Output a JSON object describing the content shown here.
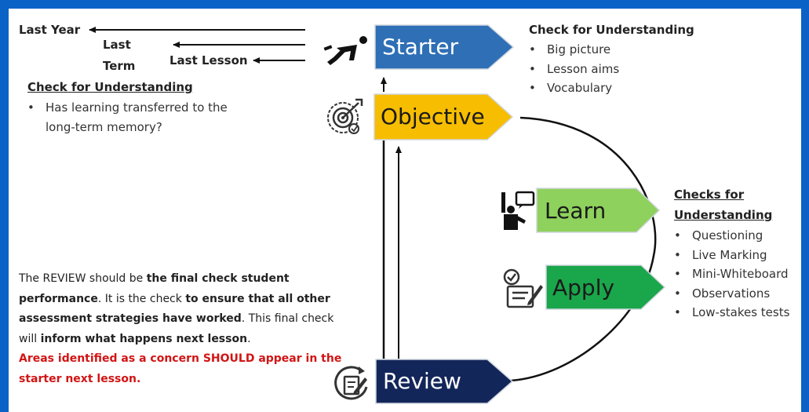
{
  "timeline": {
    "last_year": "Last Year",
    "last_term_1": "Last",
    "last_term_2": "Term",
    "last_lesson": "Last Lesson"
  },
  "left_check": {
    "heading": "Check for Understanding",
    "items": [
      "Has learning transferred to the long-term memory?"
    ]
  },
  "starter_check": {
    "heading": "Check for Understanding",
    "items": [
      "Big picture",
      "Lesson aims",
      "Vocabulary"
    ]
  },
  "learn_checks": {
    "heading_1": "Checks for",
    "heading_2": "Understanding",
    "items": [
      "Questioning",
      "Live Marking",
      "Mini-Whiteboard",
      "Observations",
      "Low-stakes tests"
    ]
  },
  "stages": {
    "starter": "Starter",
    "objective": "Objective",
    "learn": "Learn",
    "apply": "Apply",
    "review": "Review"
  },
  "review_text": {
    "p1": "The REVIEW should be ",
    "b1": "the final check student performance",
    "p2": ". It is the check ",
    "b2": "to ensure that all other assessment strategies have worked",
    "p3": ". This final check will ",
    "b3": "inform what happens next lesson",
    "p4": ".",
    "b4": "",
    "red": "Areas identified as a concern SHOULD appear in the starter next lesson."
  },
  "colors": {
    "frame": "#0a62c7",
    "starter": "#2e6fb6",
    "objective": "#f7bd00",
    "learn": "#8ed15c",
    "apply": "#1aa64a",
    "review": "#13265a",
    "alert_text": "#d21414"
  },
  "icons": [
    "runner-icon",
    "target-icon",
    "presenter-icon",
    "checklist-icon",
    "review-edit-icon"
  ]
}
